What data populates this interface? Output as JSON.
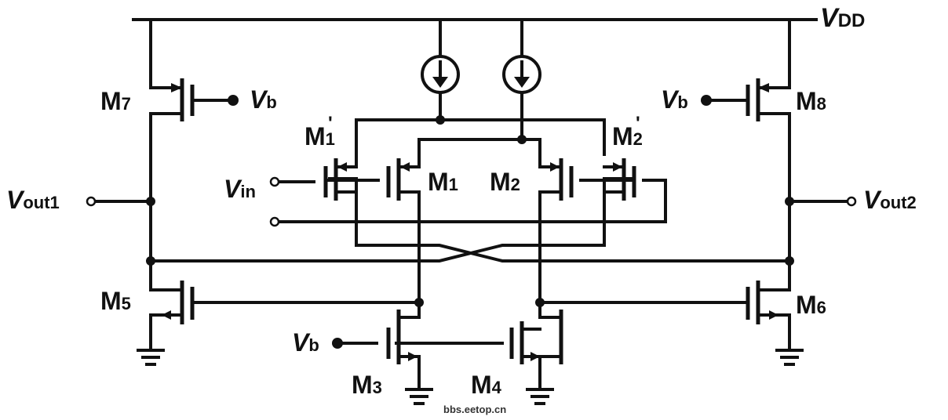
{
  "labels": {
    "vdd_v": "V",
    "vdd_sub": "DD",
    "vout1_v": "V",
    "vout1_sub": "out1",
    "vout2_v": "V",
    "vout2_sub": "out2",
    "vin_v": "V",
    "vin_sub": "in",
    "vb_v": "V",
    "vb_sub": "b",
    "m_prefix": "M",
    "m1": "1",
    "m2": "2",
    "m3": "3",
    "m4": "4",
    "m5": "5",
    "m6": "6",
    "m7": "7",
    "m8": "8",
    "m1p": "1",
    "m2p": "2",
    "prime": "'"
  },
  "watermark": "bbs.eetop.cn"
}
